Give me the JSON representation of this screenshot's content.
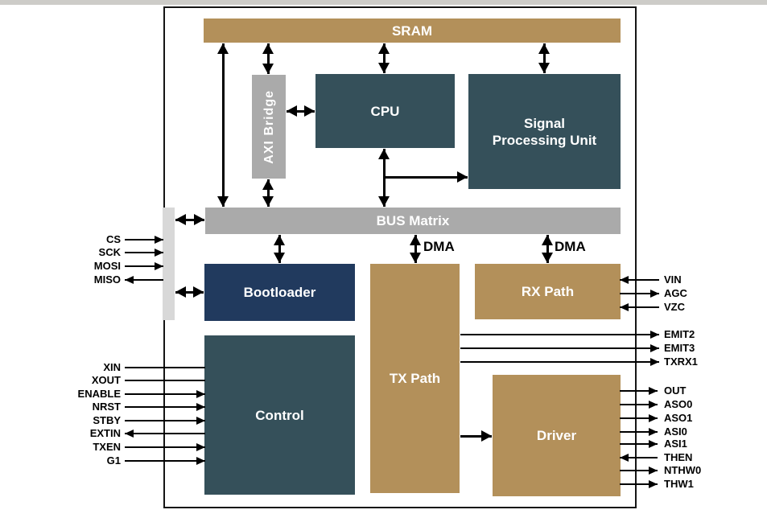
{
  "diagram": {
    "type": "soc-block-diagram",
    "colors": {
      "block_tan": "#B3905A",
      "block_slate": "#35505A",
      "block_navy": "#213A5E",
      "block_gray": "#AAAAAA",
      "spi_bar_gray": "#D8D8D8",
      "line_black": "#000000",
      "label_white": "#FFFFFF"
    },
    "blocks": {
      "sram": {
        "label": "SRAM",
        "color": "block_tan"
      },
      "axi_bridge": {
        "label": "AXI Bridge",
        "color": "block_gray"
      },
      "cpu": {
        "label": "CPU",
        "color": "block_slate"
      },
      "spu": {
        "label": "Signal Processing Unit",
        "color": "block_slate"
      },
      "bus_matrix": {
        "label": "BUS Matrix",
        "color": "block_gray"
      },
      "bootloader": {
        "label": "Bootloader",
        "color": "block_navy"
      },
      "tx_path": {
        "label": "TX Path",
        "color": "block_tan"
      },
      "rx_path": {
        "label": "RX Path",
        "color": "block_tan"
      },
      "control": {
        "label": "Control",
        "color": "block_slate"
      },
      "driver": {
        "label": "Driver",
        "color": "block_tan"
      }
    },
    "dma": {
      "tx_label": "DMA",
      "rx_label": "DMA"
    },
    "pins": {
      "spi": [
        {
          "label": "CS",
          "dir": "in"
        },
        {
          "label": "SCK",
          "dir": "in"
        },
        {
          "label": "MOSI",
          "dir": "in"
        },
        {
          "label": "MISO",
          "dir": "out"
        }
      ],
      "control": [
        {
          "label": "XIN",
          "dir": "plain"
        },
        {
          "label": "XOUT",
          "dir": "plain"
        },
        {
          "label": "ENABLE",
          "dir": "in"
        },
        {
          "label": "NRST",
          "dir": "in"
        },
        {
          "label": "STBY",
          "dir": "in"
        },
        {
          "label": "EXTIN",
          "dir": "out"
        },
        {
          "label": "TXEN",
          "dir": "in"
        },
        {
          "label": "G1",
          "dir": "in"
        }
      ],
      "rx": [
        {
          "label": "VIN",
          "dir": "in"
        },
        {
          "label": "AGC",
          "dir": "out"
        },
        {
          "label": "VZC",
          "dir": "in"
        }
      ],
      "tx": [
        {
          "label": "EMIT2",
          "dir": "out"
        },
        {
          "label": "EMIT3",
          "dir": "out"
        },
        {
          "label": "TXRX1",
          "dir": "out"
        }
      ],
      "driver": [
        {
          "label": "OUT",
          "dir": "out"
        },
        {
          "label": "ASO0",
          "dir": "out"
        },
        {
          "label": "ASO1",
          "dir": "out"
        },
        {
          "label": "ASI0",
          "dir": "out"
        },
        {
          "label": "ASI1",
          "dir": "out"
        },
        {
          "label": "THEN",
          "dir": "in"
        },
        {
          "label": "NTHW0",
          "dir": "out"
        },
        {
          "label": "THW1",
          "dir": "out"
        }
      ]
    }
  }
}
